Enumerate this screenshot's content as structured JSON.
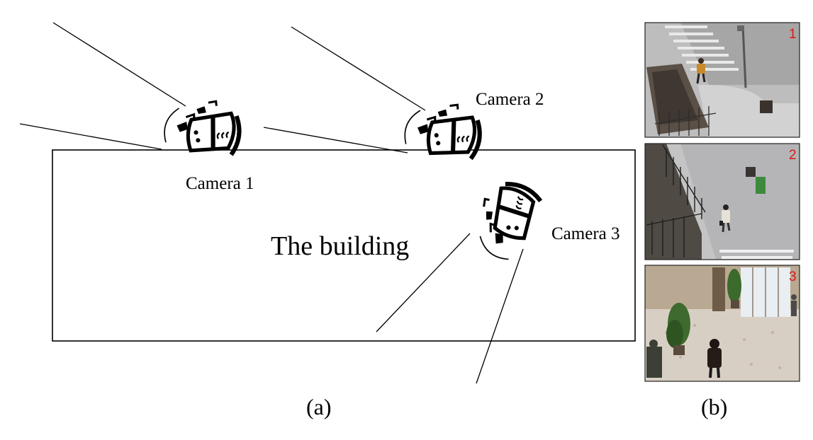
{
  "panel_a": {
    "building_label": "The building",
    "cameras": [
      {
        "label": "Camera 1"
      },
      {
        "label": "Camera 2"
      },
      {
        "label": "Camera 3"
      }
    ],
    "caption": "(a)"
  },
  "panel_b": {
    "views": [
      {
        "number": "1"
      },
      {
        "number": "2"
      },
      {
        "number": "3"
      }
    ],
    "caption": "(b)"
  },
  "colors": {
    "line": "#000000",
    "view_number": "#d81818",
    "floor": "#c9c9c9",
    "marble_floor": "#d8cfc4"
  },
  "icons": [
    "surveillance-camera-icon",
    "walking-person-icon",
    "potted-tree-icon"
  ]
}
